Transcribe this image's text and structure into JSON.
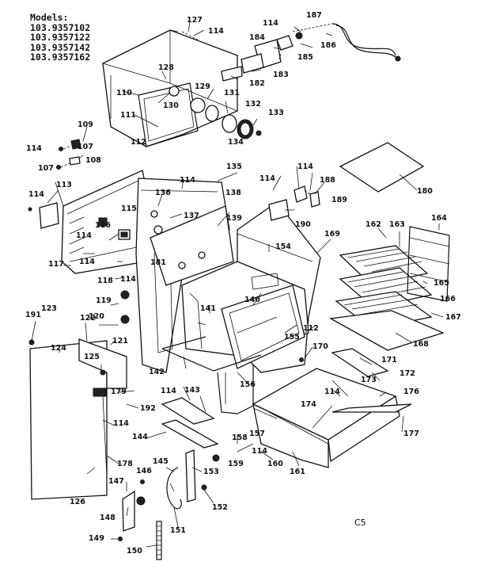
{
  "models": {
    "heading": "Models:",
    "list": [
      "103.9357102",
      "103.9357122",
      "103.9357142",
      "103.9357162"
    ]
  },
  "diagram_code": "C5",
  "part_numbers": [
    "107",
    "108",
    "109",
    "110",
    "111",
    "112",
    "113",
    "114",
    "115",
    "116",
    "117",
    "118",
    "119",
    "120",
    "121",
    "122",
    "123",
    "124",
    "125",
    "126",
    "127",
    "128",
    "129",
    "130",
    "131",
    "132",
    "133",
    "134",
    "135",
    "136",
    "137",
    "138",
    "139",
    "140",
    "141",
    "142",
    "143",
    "144",
    "145",
    "146",
    "147",
    "148",
    "149",
    "150",
    "151",
    "152",
    "153",
    "154",
    "155",
    "156",
    "157",
    "158",
    "159",
    "160",
    "161",
    "162",
    "163",
    "164",
    "165",
    "166",
    "167",
    "168",
    "169",
    "170",
    "171",
    "172",
    "173",
    "174",
    "176",
    "177",
    "178",
    "179",
    "180",
    "181",
    "182",
    "183",
    "184",
    "185",
    "186",
    "187",
    "188",
    "189",
    "190",
    "191",
    "192"
  ]
}
